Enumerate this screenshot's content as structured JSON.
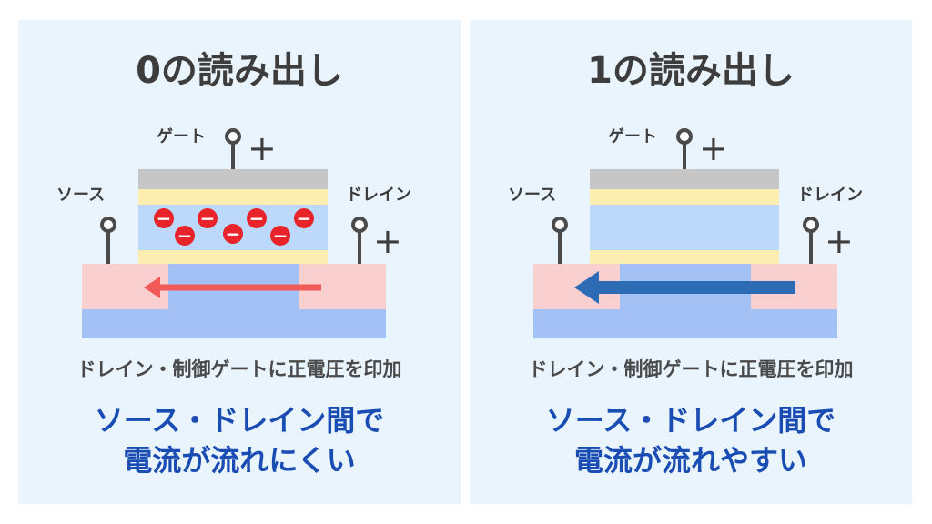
{
  "colors": {
    "panel_bg": "#eaf4fd",
    "gate": "#c6c6c6",
    "insulator": "#fbeeb0",
    "floating_gate": "#bcd9fb",
    "source_drain": "#f9cfcf",
    "channel": "#a3c1f5",
    "substrate": "#a3c1f5",
    "electron": "#e8232a",
    "arrow_weak": "#f25a5a",
    "arrow_strong": "#2d6cb5",
    "result_text": "#1a4db3",
    "wire": "#4a4a4a"
  },
  "panels": [
    {
      "title": "0の読み出し",
      "labels": {
        "gate": "ゲート",
        "source": "ソース",
        "drain": "ドレイン"
      },
      "gate_sign": "+",
      "drain_sign": "+",
      "electron_symbol": "−",
      "electrons": 7,
      "current": "weak",
      "caption": "ドレイン・制御ゲートに正電圧を印加",
      "result_line1": "ソース・ドレイン間で",
      "result_line2": "電流が流れにくい"
    },
    {
      "title": "1の読み出し",
      "labels": {
        "gate": "ゲート",
        "source": "ソース",
        "drain": "ドレイン"
      },
      "gate_sign": "+",
      "drain_sign": "+",
      "electron_symbol": "",
      "electrons": 0,
      "current": "strong",
      "caption": "ドレイン・制御ゲートに正電圧を印加",
      "result_line1": "ソース・ドレイン間で",
      "result_line2": "電流が流れやすい"
    }
  ]
}
